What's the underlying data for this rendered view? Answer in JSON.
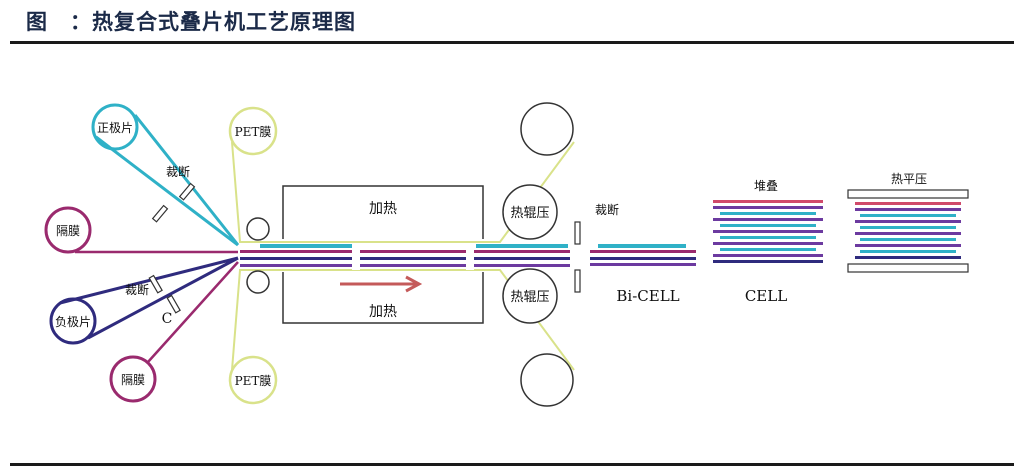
{
  "title": "图　：热复合式叠片机工艺原理图",
  "labels": {
    "positive_plate": "正极片",
    "negative_plate": "负极片",
    "separator_top": "隔膜",
    "separator_bottom": "隔膜",
    "pet_top": "PET膜",
    "pet_bottom": "PET膜",
    "cut_upper": "裁断",
    "cut_lower": "裁断",
    "cut_right": "裁断",
    "c_mark": "C",
    "heat_top": "加热",
    "heat_bottom": "加热",
    "hot_roll_top": "热辊压",
    "hot_roll_bottom": "热辊压",
    "bi_cell": "Bi-CELL",
    "cell": "CELL",
    "stack": "堆叠",
    "hot_press": "热平压"
  },
  "colors": {
    "positive": "#2fb1c7",
    "negative": "#2f2b7e",
    "separator": "#9a2a6e",
    "pet": "#d9e28a",
    "purple_layer": "#6c3aa0",
    "red_layer": "#d04a6b",
    "arrow": "#c45a5a"
  }
}
